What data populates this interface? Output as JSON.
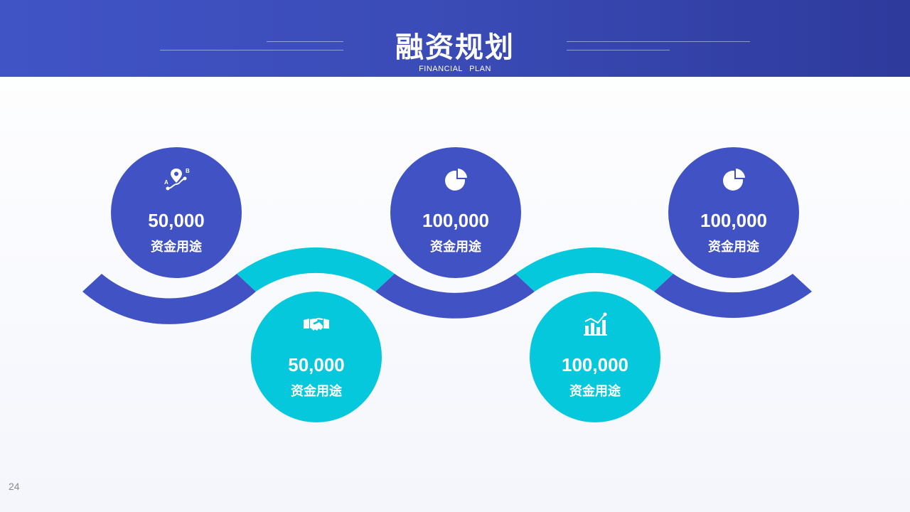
{
  "header": {
    "title": "融资规划",
    "subtitle": "FINANCIAL   PLAN"
  },
  "colors": {
    "primary": "#4152c4",
    "accent": "#06c8dc",
    "header_start": "#4154c6",
    "header_end": "#2e3a9c"
  },
  "nodes": [
    {
      "value": "50,000",
      "label": "资金用途",
      "icon": "route-pin-icon",
      "color": "blue"
    },
    {
      "value": "50,000",
      "label": "资金用途",
      "icon": "handshake-icon",
      "color": "cyan"
    },
    {
      "value": "100,000",
      "label": "资金用途",
      "icon": "pie-chart-icon",
      "color": "blue"
    },
    {
      "value": "100,000",
      "label": "资金用途",
      "icon": "bar-chart-icon",
      "color": "cyan"
    },
    {
      "value": "100,000",
      "label": "资金用途",
      "icon": "pie-chart-icon",
      "color": "blue"
    }
  ],
  "footer": {
    "page_number": "24"
  }
}
